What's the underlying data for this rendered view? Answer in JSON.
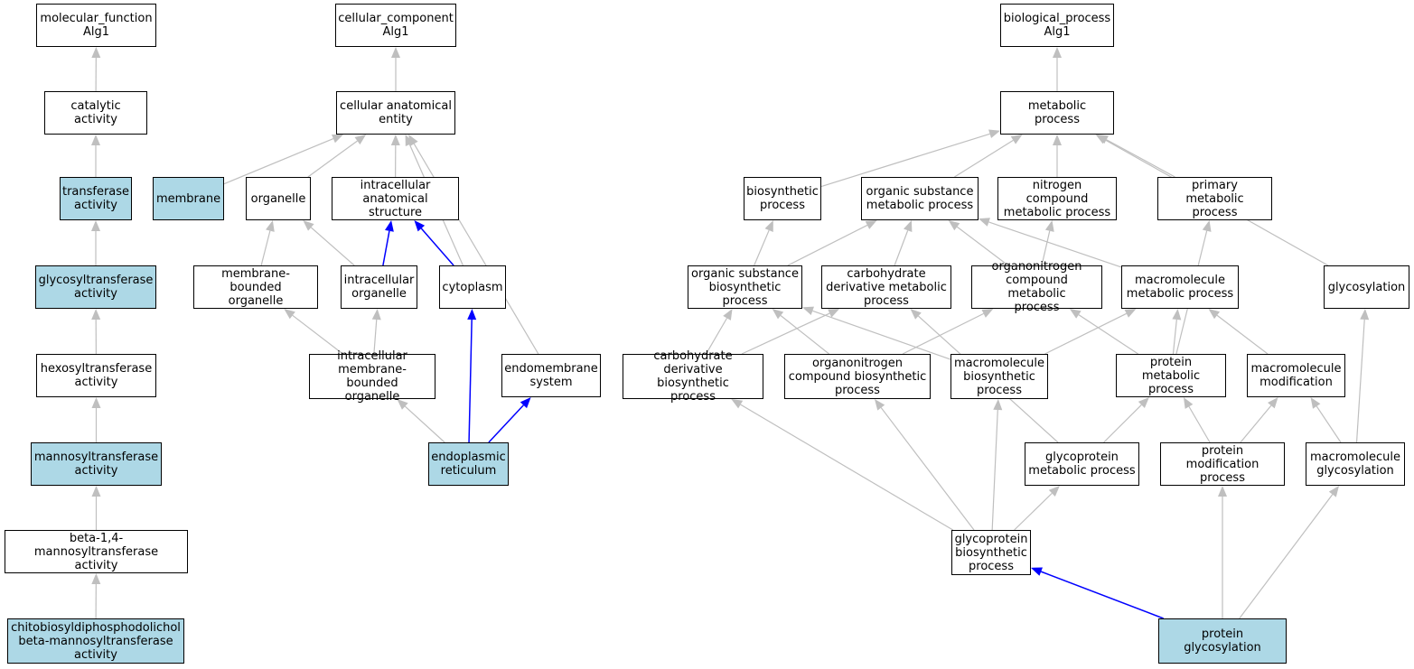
{
  "colors": {
    "highlight_fill": "#add8e6",
    "edge_default": "#bfbfbf",
    "edge_highlight": "#0000ff"
  },
  "nodes": {
    "mf_root": {
      "label": "molecular_function\nAlg1",
      "highlighted": false
    },
    "catalytic": {
      "label": "catalytic activity",
      "highlighted": false
    },
    "transferase": {
      "label": "transferase\nactivity",
      "highlighted": true
    },
    "glycosyltransferase": {
      "label": "glycosyltransferase\nactivity",
      "highlighted": true
    },
    "hexosyltransferase": {
      "label": "hexosyltransferase\nactivity",
      "highlighted": false
    },
    "mannosyltransferase": {
      "label": "mannosyltransferase\nactivity",
      "highlighted": true
    },
    "beta14": {
      "label": "beta-1,4-mannosyltransferase\nactivity",
      "highlighted": false
    },
    "chito": {
      "label": "chitobiosyldiphosphodolichol\nbeta-mannosyltransferase\nactivity",
      "highlighted": true
    },
    "cc_root": {
      "label": "cellular_component\nAlg1",
      "highlighted": false
    },
    "cae": {
      "label": "cellular anatomical\nentity",
      "highlighted": false
    },
    "membrane": {
      "label": "membrane",
      "highlighted": true
    },
    "organelle": {
      "label": "organelle",
      "highlighted": false
    },
    "ias": {
      "label": "intracellular\nanatomical structure",
      "highlighted": false
    },
    "mbo": {
      "label": "membrane-bounded\norganelle",
      "highlighted": false
    },
    "io": {
      "label": "intracellular\norganelle",
      "highlighted": false
    },
    "cytoplasm": {
      "label": "cytoplasm",
      "highlighted": false
    },
    "imbo": {
      "label": "intracellular\nmembrane-bounded\norganelle",
      "highlighted": false
    },
    "endosys": {
      "label": "endomembrane\nsystem",
      "highlighted": false
    },
    "er": {
      "label": "endoplasmic\nreticulum",
      "highlighted": true
    },
    "bp_root": {
      "label": "biological_process\nAlg1",
      "highlighted": false
    },
    "metabolic": {
      "label": "metabolic process",
      "highlighted": false
    },
    "biosynthetic": {
      "label": "biosynthetic\nprocess",
      "highlighted": false
    },
    "osmp": {
      "label": "organic substance\nmetabolic process",
      "highlighted": false
    },
    "ncmp": {
      "label": "nitrogen compound\nmetabolic process",
      "highlighted": false
    },
    "pmp": {
      "label": "primary metabolic\nprocess",
      "highlighted": false
    },
    "glycosylation": {
      "label": "glycosylation",
      "highlighted": false
    },
    "osbp": {
      "label": "organic substance\nbiosynthetic\nprocess",
      "highlighted": false
    },
    "cdmp": {
      "label": "carbohydrate\nderivative metabolic\nprocess",
      "highlighted": false
    },
    "occmp": {
      "label": "organonitrogen\ncompound metabolic\nprocess",
      "highlighted": false
    },
    "mmp": {
      "label": "macromolecule\nmetabolic process",
      "highlighted": false
    },
    "cdbp": {
      "label": "carbohydrate\nderivative biosynthetic\nprocess",
      "highlighted": false
    },
    "ocbp": {
      "label": "organonitrogen\ncompound biosynthetic\nprocess",
      "highlighted": false
    },
    "mbp": {
      "label": "macromolecule\nbiosynthetic\nprocess",
      "highlighted": false
    },
    "protmp": {
      "label": "protein metabolic\nprocess",
      "highlighted": false
    },
    "mmod": {
      "label": "macromolecule\nmodification",
      "highlighted": false
    },
    "gpmp": {
      "label": "glycoprotein\nmetabolic process",
      "highlighted": false
    },
    "pmodp": {
      "label": "protein modification\nprocess",
      "highlighted": false
    },
    "mglyc": {
      "label": "macromolecule\nglycosylation",
      "highlighted": false
    },
    "gpbp": {
      "label": "glycoprotein\nbiosynthetic\nprocess",
      "highlighted": false
    },
    "pglyc": {
      "label": "protein glycosylation",
      "highlighted": true
    }
  },
  "edges": [
    {
      "from": "catalytic",
      "to": "mf_root",
      "highlight": false
    },
    {
      "from": "transferase",
      "to": "catalytic",
      "highlight": false
    },
    {
      "from": "glycosyltransferase",
      "to": "transferase",
      "highlight": false
    },
    {
      "from": "hexosyltransferase",
      "to": "glycosyltransferase",
      "highlight": false
    },
    {
      "from": "mannosyltransferase",
      "to": "hexosyltransferase",
      "highlight": false
    },
    {
      "from": "beta14",
      "to": "mannosyltransferase",
      "highlight": false
    },
    {
      "from": "chito",
      "to": "beta14",
      "highlight": false
    },
    {
      "from": "cae",
      "to": "cc_root",
      "highlight": false
    },
    {
      "from": "membrane",
      "to": "cae",
      "highlight": false
    },
    {
      "from": "organelle",
      "to": "cae",
      "highlight": false
    },
    {
      "from": "ias",
      "to": "cae",
      "highlight": false
    },
    {
      "from": "cytoplasm",
      "to": "cae",
      "highlight": false
    },
    {
      "from": "endosys",
      "to": "cae",
      "highlight": false
    },
    {
      "from": "mbo",
      "to": "organelle",
      "highlight": false
    },
    {
      "from": "io",
      "to": "organelle",
      "highlight": false
    },
    {
      "from": "io",
      "to": "ias",
      "highlight": true
    },
    {
      "from": "cytoplasm",
      "to": "ias",
      "highlight": true
    },
    {
      "from": "imbo",
      "to": "mbo",
      "highlight": false
    },
    {
      "from": "imbo",
      "to": "io",
      "highlight": false
    },
    {
      "from": "er",
      "to": "imbo",
      "highlight": false
    },
    {
      "from": "er",
      "to": "cytoplasm",
      "highlight": true
    },
    {
      "from": "er",
      "to": "endosys",
      "highlight": true
    },
    {
      "from": "metabolic",
      "to": "bp_root",
      "highlight": false
    },
    {
      "from": "biosynthetic",
      "to": "metabolic",
      "highlight": false
    },
    {
      "from": "osmp",
      "to": "metabolic",
      "highlight": false
    },
    {
      "from": "ncmp",
      "to": "metabolic",
      "highlight": false
    },
    {
      "from": "pmp",
      "to": "metabolic",
      "highlight": false
    },
    {
      "from": "glycosylation",
      "to": "metabolic",
      "highlight": false
    },
    {
      "from": "osbp",
      "to": "biosynthetic",
      "highlight": false
    },
    {
      "from": "osbp",
      "to": "osmp",
      "highlight": false
    },
    {
      "from": "cdmp",
      "to": "osmp",
      "highlight": false
    },
    {
      "from": "occmp",
      "to": "osmp",
      "highlight": false
    },
    {
      "from": "occmp",
      "to": "ncmp",
      "highlight": false
    },
    {
      "from": "mmp",
      "to": "osmp",
      "highlight": false
    },
    {
      "from": "cdbp",
      "to": "osbp",
      "highlight": false
    },
    {
      "from": "cdbp",
      "to": "cdmp",
      "highlight": false
    },
    {
      "from": "ocbp",
      "to": "osbp",
      "highlight": false
    },
    {
      "from": "ocbp",
      "to": "occmp",
      "highlight": false
    },
    {
      "from": "mbp",
      "to": "osbp",
      "highlight": false
    },
    {
      "from": "mbp",
      "to": "mmp",
      "highlight": false
    },
    {
      "from": "protmp",
      "to": "occmp",
      "highlight": false
    },
    {
      "from": "protmp",
      "to": "mmp",
      "highlight": false
    },
    {
      "from": "protmp",
      "to": "pmp",
      "highlight": false
    },
    {
      "from": "mmod",
      "to": "mmp",
      "highlight": false
    },
    {
      "from": "gpmp",
      "to": "cdmp",
      "highlight": false
    },
    {
      "from": "gpmp",
      "to": "protmp",
      "highlight": false
    },
    {
      "from": "pmodp",
      "to": "protmp",
      "highlight": false
    },
    {
      "from": "pmodp",
      "to": "mmod",
      "highlight": false
    },
    {
      "from": "mglyc",
      "to": "mmod",
      "highlight": false
    },
    {
      "from": "mglyc",
      "to": "glycosylation",
      "highlight": false
    },
    {
      "from": "gpbp",
      "to": "cdbp",
      "highlight": false
    },
    {
      "from": "gpbp",
      "to": "ocbp",
      "highlight": false
    },
    {
      "from": "gpbp",
      "to": "mbp",
      "highlight": false
    },
    {
      "from": "gpbp",
      "to": "gpmp",
      "highlight": false
    },
    {
      "from": "pglyc",
      "to": "gpbp",
      "highlight": true
    },
    {
      "from": "pglyc",
      "to": "pmodp",
      "highlight": false
    },
    {
      "from": "pglyc",
      "to": "mglyc",
      "highlight": false
    }
  ]
}
